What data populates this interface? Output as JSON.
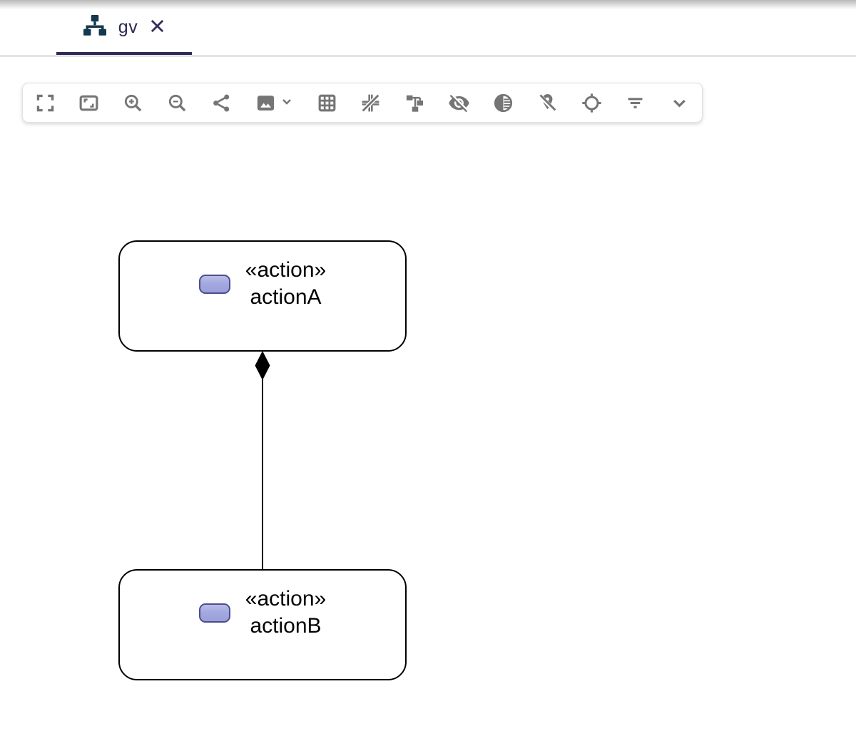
{
  "tab_bar": {
    "tabs": [
      {
        "label": "gv",
        "active": true,
        "icon": "sitemap-icon",
        "close_icon": "close-icon"
      }
    ]
  },
  "toolbar": {
    "buttons": [
      {
        "icon": "fullscreen-icon"
      },
      {
        "icon": "fit-to-screen-icon"
      },
      {
        "icon": "zoom-in-icon"
      },
      {
        "icon": "zoom-out-icon"
      },
      {
        "icon": "share-icon"
      },
      {
        "icon": "export-image-icon",
        "secondary_icon": "chevron-down-icon"
      },
      {
        "icon": "grid-icon"
      },
      {
        "icon": "snap-to-grid-off-icon"
      },
      {
        "icon": "arrange-all-icon"
      },
      {
        "icon": "hide-elements-icon"
      },
      {
        "icon": "fade-elements-icon"
      },
      {
        "icon": "unpin-elements-icon"
      },
      {
        "icon": "reveal-elements-icon"
      },
      {
        "icon": "filter-elements-icon"
      },
      {
        "icon": "more-tools-icon"
      }
    ]
  },
  "diagram": {
    "nodes": [
      {
        "stereotype": "«action»",
        "label": "actionA",
        "icon": "action-pill-icon"
      },
      {
        "stereotype": "«action»",
        "label": "actionB",
        "icon": "action-pill-icon"
      }
    ],
    "edges": [
      {
        "from": "actionA",
        "to": "actionB",
        "type": "composition",
        "source_marker": "filled-diamond"
      }
    ]
  },
  "colors": {
    "tab_underline": "#2d2b55",
    "tab_icon": "#14384e",
    "tab_text": "#2a2a52",
    "toolbar_icon": "#757575",
    "node_border": "#000000",
    "node_fill": "#ffffff",
    "pill_fill": "#a3a9e0",
    "pill_border": "#4d4d8d",
    "edge_color": "#000000"
  }
}
